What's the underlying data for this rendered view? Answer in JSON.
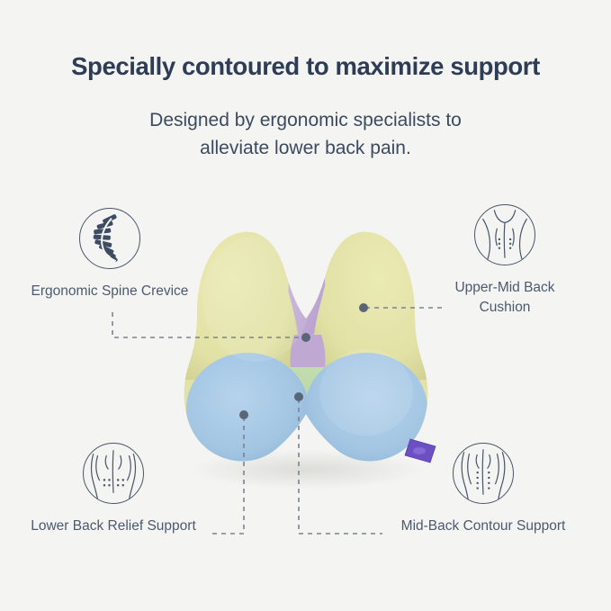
{
  "header": {
    "headline": "Specially contoured to maximize support",
    "subhead_line1": "Designed by ergonomic specialists to",
    "subhead_line2": "alleviate lower back pain."
  },
  "features": [
    {
      "id": "spine-crevice",
      "icon": "spine-vertebrae-icon",
      "label": "Ergonomic Spine Crevice",
      "position": "top-left"
    },
    {
      "id": "upper-mid-back",
      "icon": "upper-back-torso-icon",
      "label": "Upper-Mid Back\nCushion",
      "position": "top-right"
    },
    {
      "id": "lower-back",
      "icon": "lower-back-torso-icon",
      "label": "Lower Back Relief Support",
      "position": "bottom-left"
    },
    {
      "id": "mid-back-contour",
      "icon": "mid-back-torso-icon",
      "label": "Mid-Back Contour Support",
      "position": "bottom-right"
    }
  ],
  "product": {
    "name": "lumbar-support-cushion",
    "brand_tag": "brand-tag",
    "colors": {
      "upper_lobe": "#e4e4a8",
      "upper_lobe_shade": "#d8d89a",
      "crevice_purple": "#c3aed4",
      "lower_lobe": "#a8c8e4",
      "lower_lobe_shade": "#92b8da",
      "center_green": "#b9d8a8",
      "tag_purple": "#6d4fc4",
      "background": "#f4f4f2"
    }
  },
  "theme": {
    "headline_color": "#2e3d55",
    "body_text_color": "#4d5a6e",
    "icon_stroke": "#4a5568",
    "connector_color": "#6e7685",
    "dot_color": "#5a6675"
  }
}
